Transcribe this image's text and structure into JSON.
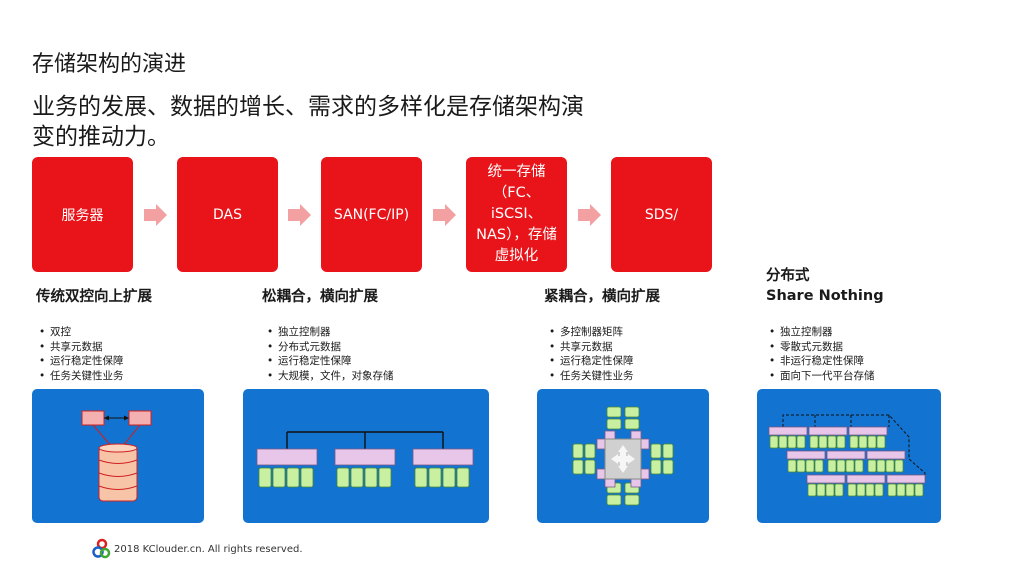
{
  "slide": {
    "title": "存储架构的演进",
    "subtitle": "业务的发展、数据的增长、需求的多样化是存储架构演变的推动力。"
  },
  "flow": {
    "boxes": [
      {
        "label": "服务器"
      },
      {
        "label": "DAS"
      },
      {
        "label": "SAN(FC/IP)"
      },
      {
        "label": "统一存储（FC、iSCSI、NAS），存储虚拟化"
      },
      {
        "label": "SDS/"
      }
    ]
  },
  "columns": [
    {
      "heading": "传统双控向上扩展",
      "items": [
        "双控",
        "共享元数据",
        "运行稳定性保障",
        "任务关键性业务"
      ]
    },
    {
      "heading": "松耦合，横向扩展",
      "items": [
        "独立控制器",
        "分布式元数据",
        "运行稳定性保障",
        "大规模，文件，对象存储"
      ]
    },
    {
      "heading": "紧耦合，横向扩展",
      "items": [
        "多控制器矩阵",
        "共享元数据",
        "运行稳定性保障",
        "任务关键性业务"
      ]
    },
    {
      "heading_line1": "分布式",
      "heading_line2": "Share Nothing",
      "items": [
        "独立控制器",
        "零散式元数据",
        "非运行稳定性保障",
        "面向下一代平台存储"
      ]
    }
  ],
  "footer": {
    "text": "2018 KClouder.cn. All rights reserved."
  },
  "colors": {
    "box_red": "#e8141a",
    "arrow_pink": "#f2a0a2",
    "panel_blue": "#1273d0",
    "drive_green": "#c8f0a0",
    "controller_lilac": "#e8c6ea"
  }
}
